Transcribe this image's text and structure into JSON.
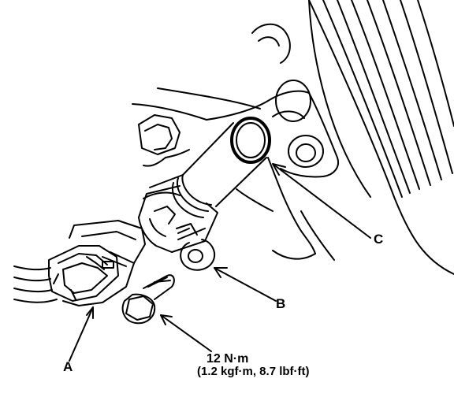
{
  "labels": {
    "a": "A",
    "b": "B",
    "c": "C"
  },
  "torque": {
    "line1": "12 N·m",
    "line2": "(1.2 kgf·m, 8.7 lbf·ft)"
  },
  "colors": {
    "ink": "#000000",
    "paper": "#ffffff"
  }
}
